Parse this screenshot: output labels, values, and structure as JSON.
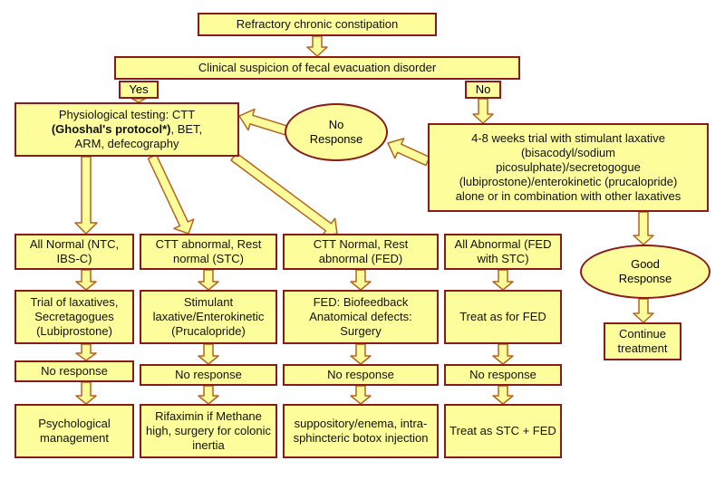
{
  "nodes": {
    "top": "Refractory chronic constipation",
    "suspicion": "Clinical suspicion of fecal evacuation disorder",
    "yes": "Yes",
    "no": "No",
    "physio_line1": "Physiological testing: CTT",
    "physio_bold": "(Ghoshal's protocol*)",
    "physio_rest": ", BET,",
    "physio_line3": "ARM, defecography",
    "no_response_oval": "No Response",
    "trial_line1": "4-8 weeks trial with stimulant laxative",
    "trial_line2": "(bisacodyl/sodium",
    "trial_line3": "picosulphate)/secretogogue",
    "trial_line4": "(lubiprostone)/enterokinetic (prucalopride)",
    "trial_line5": "alone or in combination with other laxatives",
    "good_response": "Good Response",
    "continue": "Continue treatment",
    "col1_head": "All Normal (NTC, IBS-C)",
    "col2_head": "CTT abnormal, Rest normal (STC)",
    "col3_head": "CTT Normal, Rest abnormal (FED)",
    "col4_head": "All Abnormal (FED with STC)",
    "col1_treat": "Trial of laxatives, Secretagogues (Lubiprostone)",
    "col2_treat": "Stimulant laxative/Enterokinetic (Prucalopride)",
    "col3_treat_1": "FED: Biofeedback",
    "col3_treat_2": "Anatomical defects: Surgery",
    "col4_treat": "Treat as for FED",
    "nr1": "No response",
    "nr2": "No response",
    "nr3": "No response",
    "nr4": "No response",
    "col1_final": "Psychological management",
    "col2_final": "Rifaximin if Methane high, surgery for colonic inertia",
    "col3_final": "suppository/enema, intra-sphincteric botox injection",
    "col4_final": "Treat as STC + FED"
  },
  "colors": {
    "fill": "#fdfd9b",
    "border": "#8b1a1a",
    "arrow_fill": "#fdfd9b",
    "arrow_stroke": "#b5651d"
  }
}
